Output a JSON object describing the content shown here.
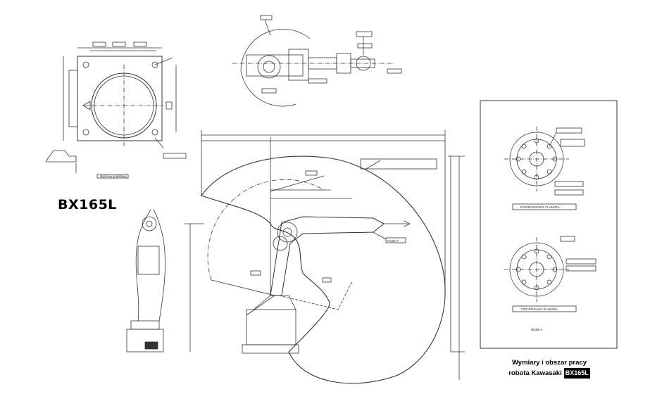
{
  "model_title": "BX165L",
  "caption": {
    "line1": "Wymiary i obszar pracy",
    "line2": "robota Kawasaki",
    "badge": "BX165L"
  },
  "labels": {
    "point_p": "Punkt P",
    "view_a": "Widok A",
    "standard_flange": "STANDARDOWY FLANSZA",
    "optional_flange": "OPCJONALNY FLANSZA",
    "base_caption": "Wymiary podstawy"
  },
  "colors": {
    "line": "#333333",
    "background": "#ffffff"
  }
}
